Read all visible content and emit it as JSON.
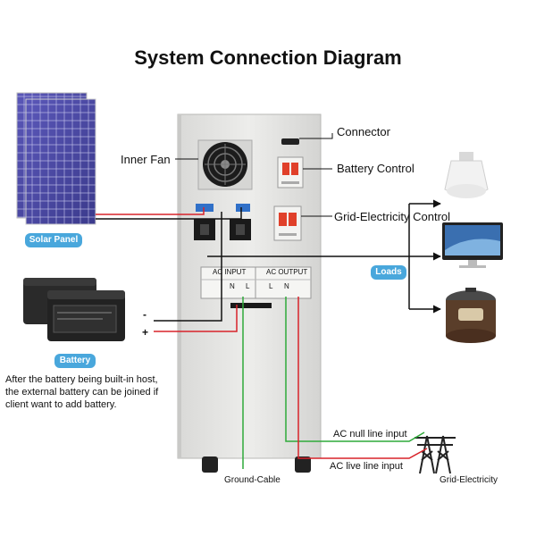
{
  "title": "System Connection Diagram",
  "labels": {
    "connector": "Connector",
    "inner_fan": "Inner Fan",
    "battery_control": "Battery Control",
    "grid_control": "Grid-Electricity Control",
    "solar_panel": "Solar Panel",
    "loads": "Loads",
    "battery": "Battery",
    "ground_cable": "Ground-Cable",
    "ac_null": "AC null line input",
    "ac_live": "AC live line input",
    "grid_electricity": "Grid-Electricity",
    "minus": "-",
    "plus": "+"
  },
  "panel": {
    "ac_input": "AC INPUT",
    "ac_output": "AC OUTPUT",
    "terminals": [
      "N",
      "L",
      "L",
      "N"
    ]
  },
  "note_lines": [
    "After the battery being built-in host,",
    "the external battery can be joined if",
    "client want to add battery."
  ],
  "colors": {
    "wire_red": "#d8232a",
    "wire_green": "#2faa3a",
    "wire_black": "#111111",
    "cabinet": "#e6e6e4",
    "pill": "#49a7dc"
  }
}
